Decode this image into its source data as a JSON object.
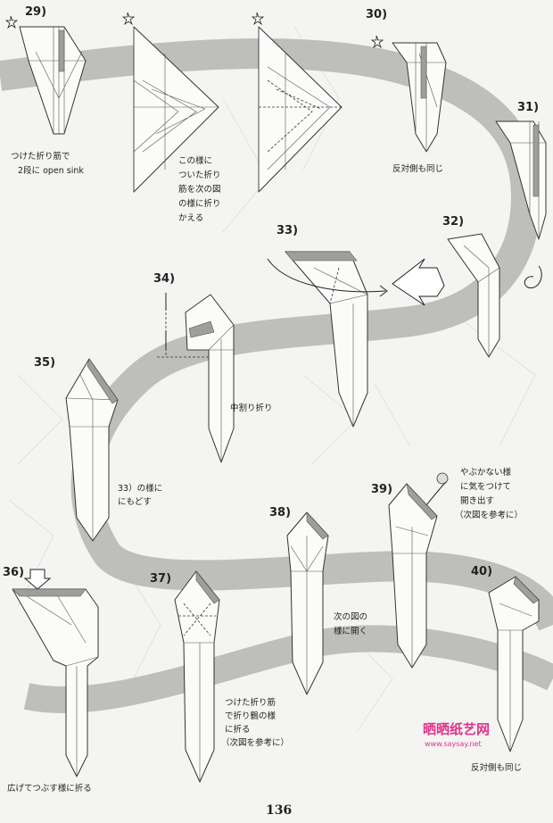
{
  "steps": [
    {
      "n": "29)"
    },
    {
      "n": "30)"
    },
    {
      "n": "31)"
    },
    {
      "n": "32)"
    },
    {
      "n": "33)"
    },
    {
      "n": "34)"
    },
    {
      "n": "35)"
    },
    {
      "n": "36)"
    },
    {
      "n": "37)"
    },
    {
      "n": "38)"
    },
    {
      "n": "39)"
    },
    {
      "n": "40)"
    }
  ],
  "notes": {
    "s29": [
      "つけた折り筋で",
      "2段に open sink"
    ],
    "s29b": [
      "この様に",
      "ついた折り",
      "筋を次の図",
      "の様に折り",
      "かえる"
    ],
    "s30": [
      "反対側も同じ"
    ],
    "s34": [
      "中割り折り"
    ],
    "s35": [
      "33）の様に",
      "にもどす"
    ],
    "s37": [
      "つけた折り筋",
      "で折り鶴の様",
      "に折る",
      "（次図を参考に）"
    ],
    "s38": [
      "次の図の",
      "様に開く"
    ],
    "s39": [
      "やぶかない様",
      "に気をつけて",
      "開き出す",
      "（次図を参考に）"
    ],
    "s40": [
      "反対側も同じ"
    ],
    "s36": [
      "広げてつぶす様に折る"
    ]
  },
  "watermark": {
    "title": "晒晒纸艺网",
    "url": "www.saysay.net"
  },
  "page_number": "136",
  "colors": {
    "band": "#b4b4b2",
    "paper": "#fbfbfa",
    "ink": "#222222",
    "watermark": "#e0338a"
  }
}
